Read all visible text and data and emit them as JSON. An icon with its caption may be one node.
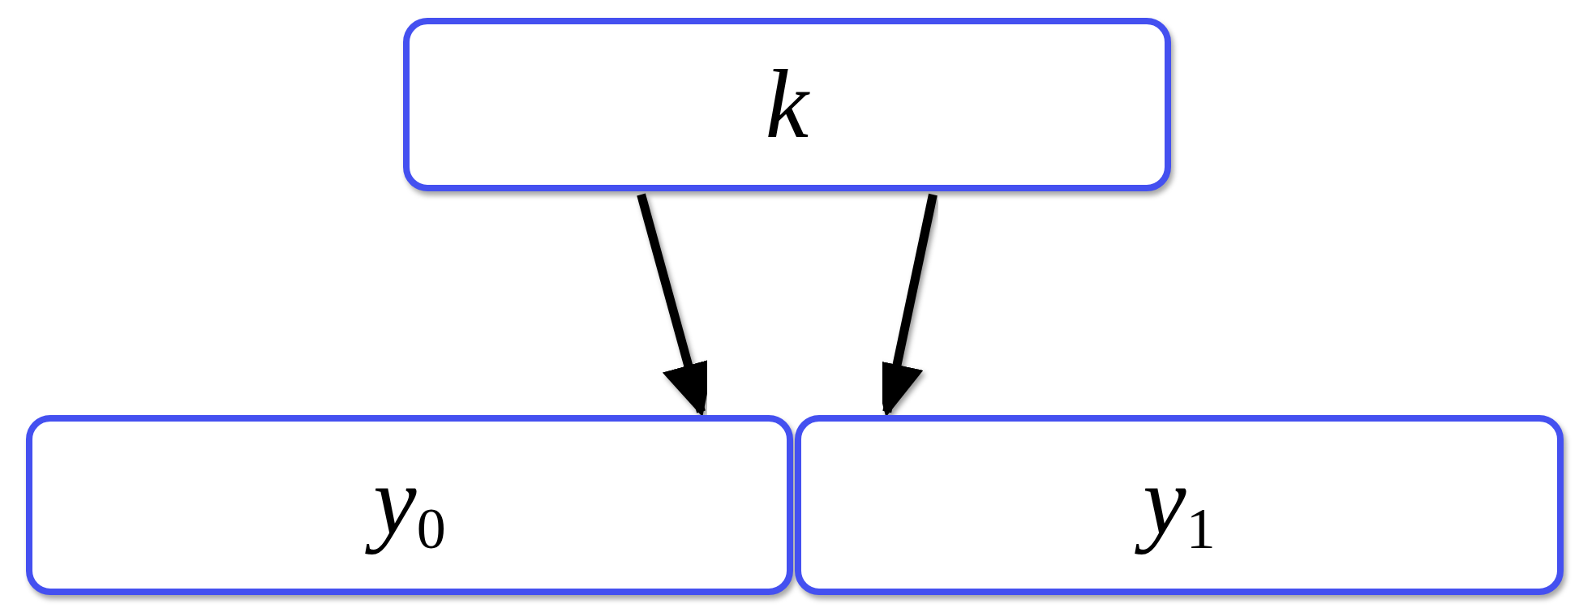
{
  "diagram": {
    "nodes": [
      {
        "text": [
          "*k*"
        ]
      },
      {
        "text": [
          "*y*$_{0}$"
        ]
      },
      {
        "text": [
          "*y*$_{1}$"
        ]
      }
    ],
    "edges": [
      {
        "from": 0,
        "to": 1,
        "arrow": "to"
      },
      {
        "from": 0,
        "to": 2,
        "arrow": "to"
      }
    ]
  }
}
